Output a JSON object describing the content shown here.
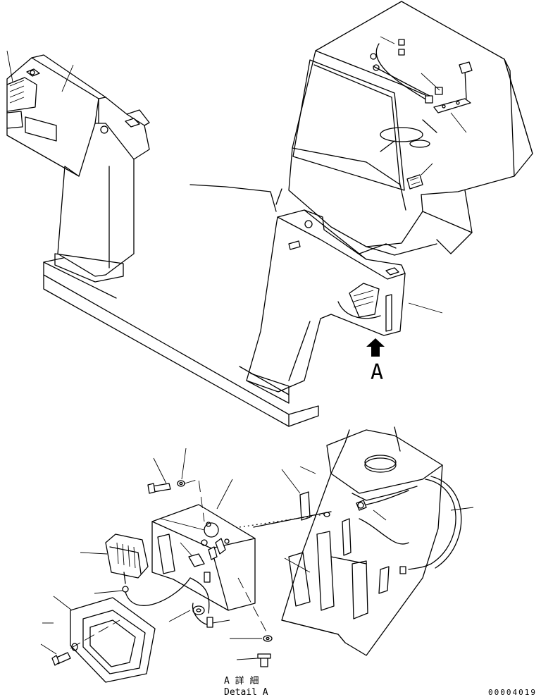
{
  "view_label": "A",
  "detail_label_jp": "A 詳 細",
  "detail_label_en": "Detail A",
  "drawing_number": "00004019",
  "colors": {
    "line": "#000000",
    "background": "#ffffff"
  }
}
